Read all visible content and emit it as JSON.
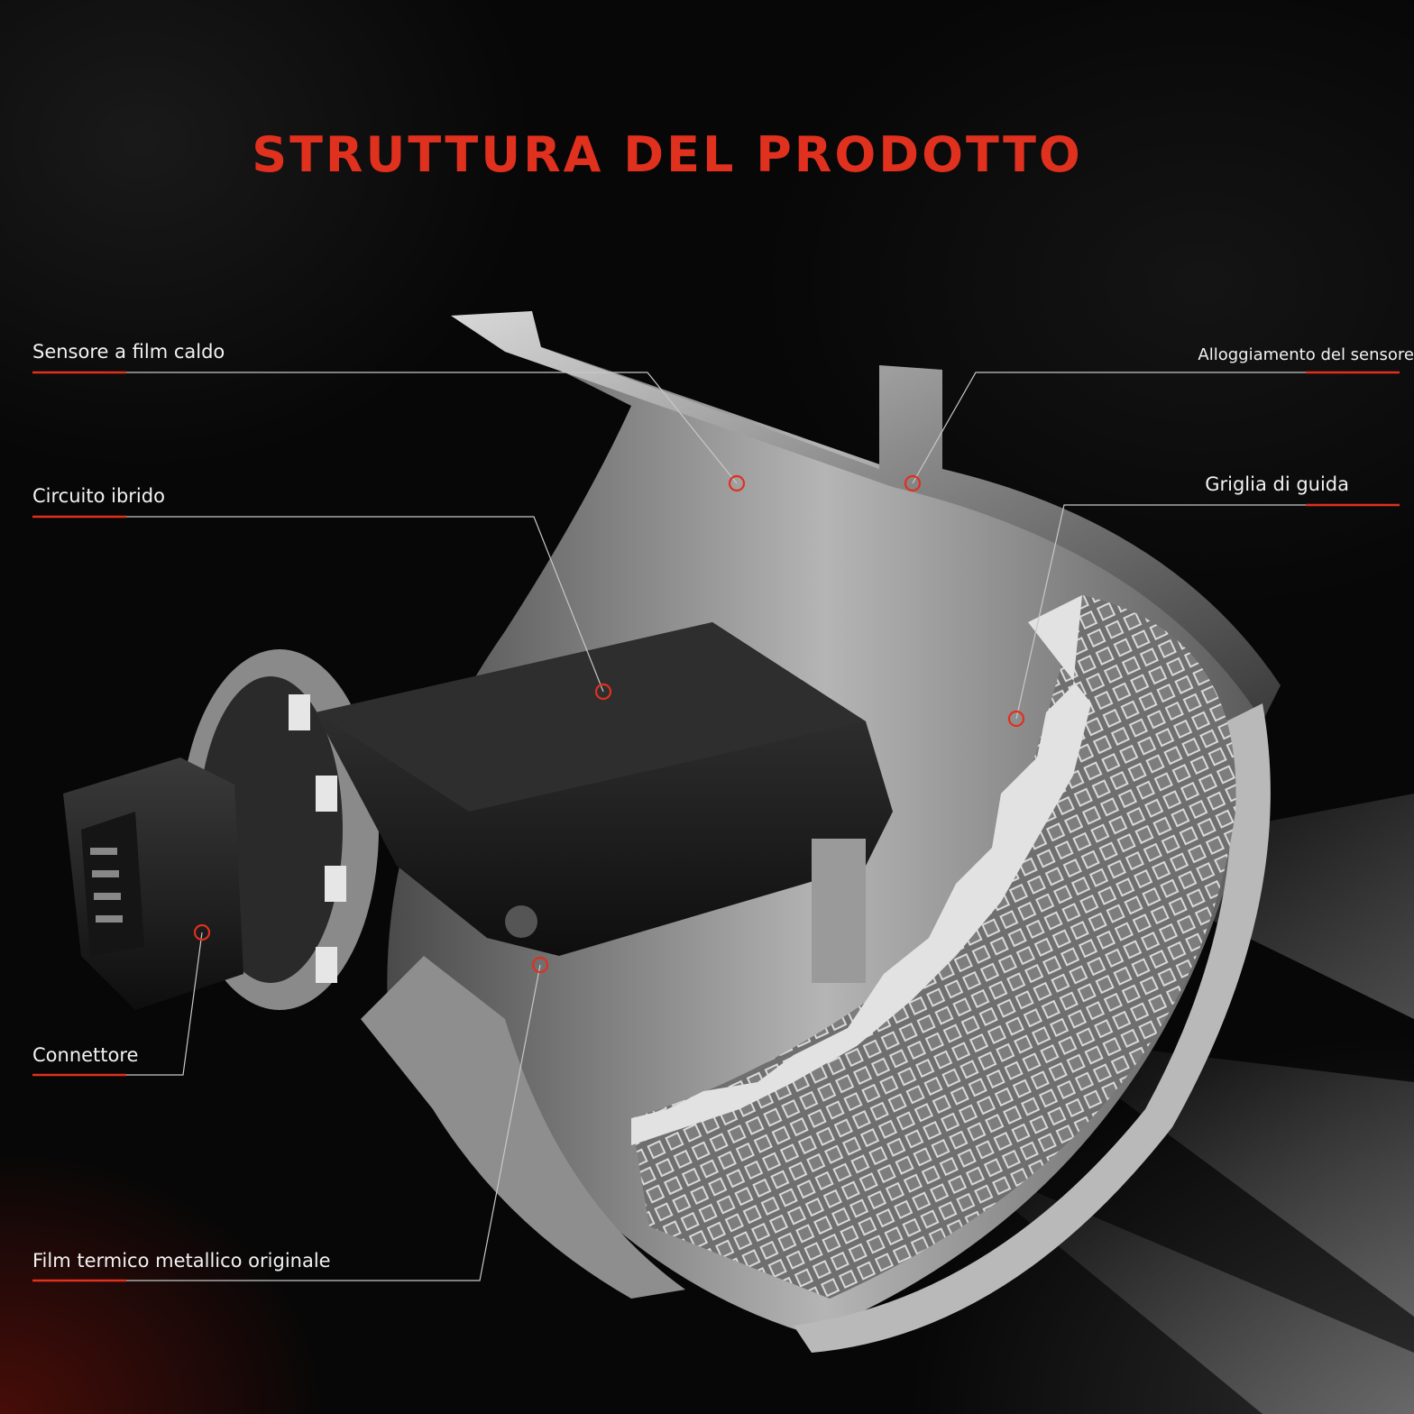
{
  "title": "STRUTTURA DEL PRODOTTO",
  "callouts": {
    "hot_film_sensor": "Sensore a film caldo",
    "sensor_housing": "Alloggiamento del sensore",
    "hybrid_circuit": "Circuito ibrido",
    "guide_grid": "Griglia di guida",
    "connector": "Connettore",
    "metal_film": "Film termico metallico originale"
  },
  "colors": {
    "accent": "#e0301e",
    "background": "#050505",
    "label_text": "#f2f2f2",
    "leader_line": "#c8c8c8"
  }
}
